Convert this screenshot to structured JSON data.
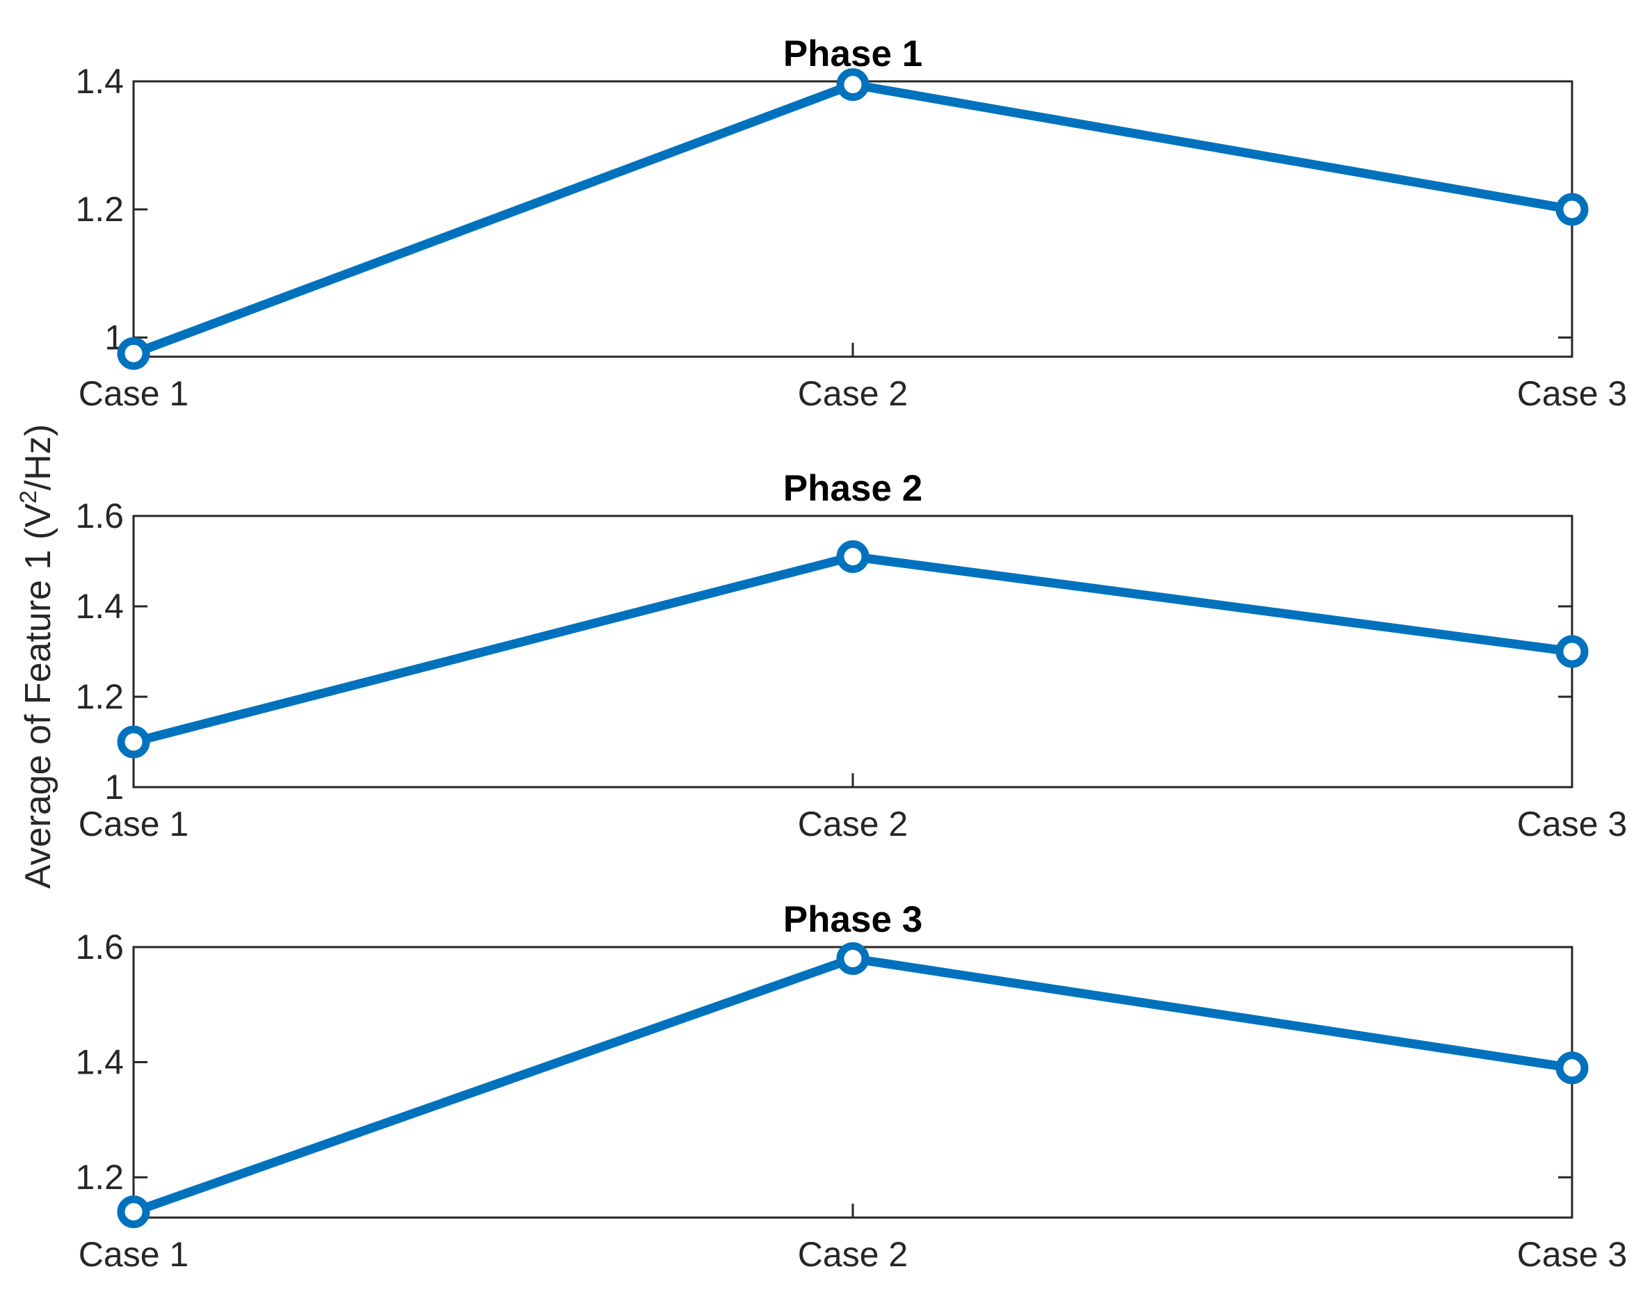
{
  "figure": {
    "ylabel": {
      "prefix": "Average of Feature 1 (V",
      "superscript": "2",
      "suffix": "/Hz)"
    },
    "line_color": "#0072BD",
    "axis_color": "#262626",
    "marker": "open-circle"
  },
  "chart_data": [
    {
      "type": "line",
      "title": "Phase 1",
      "categories": [
        "Case 1",
        "Case 2",
        "Case 3"
      ],
      "series": [
        {
          "values": [
            0.975,
            1.395,
            1.2
          ]
        }
      ],
      "ylim": [
        0.97,
        1.4
      ],
      "yticks": [
        1,
        1.2,
        1.4
      ],
      "ytick_labels": [
        "1",
        "1.2",
        "1.4"
      ],
      "grid": false
    },
    {
      "type": "line",
      "title": "Phase 2",
      "categories": [
        "Case 1",
        "Case 2",
        "Case 3"
      ],
      "series": [
        {
          "values": [
            1.1,
            1.51,
            1.3
          ]
        }
      ],
      "ylim": [
        1.0,
        1.6
      ],
      "yticks": [
        1,
        1.2,
        1.4,
        1.6
      ],
      "ytick_labels": [
        "1",
        "1.2",
        "1.4",
        "1.6"
      ],
      "grid": false
    },
    {
      "type": "line",
      "title": "Phase 3",
      "categories": [
        "Case 1",
        "Case 2",
        "Case 3"
      ],
      "series": [
        {
          "values": [
            1.14,
            1.58,
            1.39
          ]
        }
      ],
      "ylim": [
        1.13,
        1.6
      ],
      "yticks": [
        1.2,
        1.4,
        1.6
      ],
      "ytick_labels": [
        "1.2",
        "1.4",
        "1.6"
      ],
      "grid": false
    }
  ]
}
